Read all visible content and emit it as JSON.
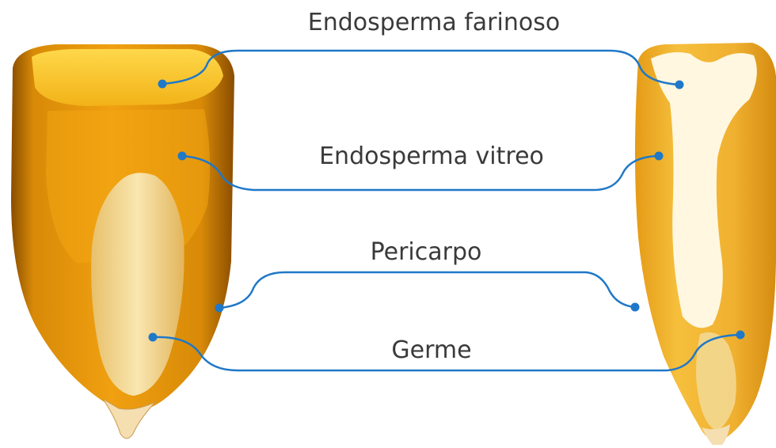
{
  "labels": {
    "floury_endosperm": "Endosperma farinoso",
    "vitreous_endosperm": "Endosperma vitreo",
    "pericarp": "Pericarpo",
    "germ": "Germe"
  },
  "colors": {
    "leader_line": "#1f78c8",
    "kernel_outer": "#d88a08",
    "kernel_vitreous": "#f0a010",
    "kernel_floury_yellow": "#ffd23a",
    "kernel_floury_white": "#fff7e0",
    "germ": "#f3d890",
    "tip_cap": "#f5deb0",
    "label_text": "#3a3a3a"
  }
}
